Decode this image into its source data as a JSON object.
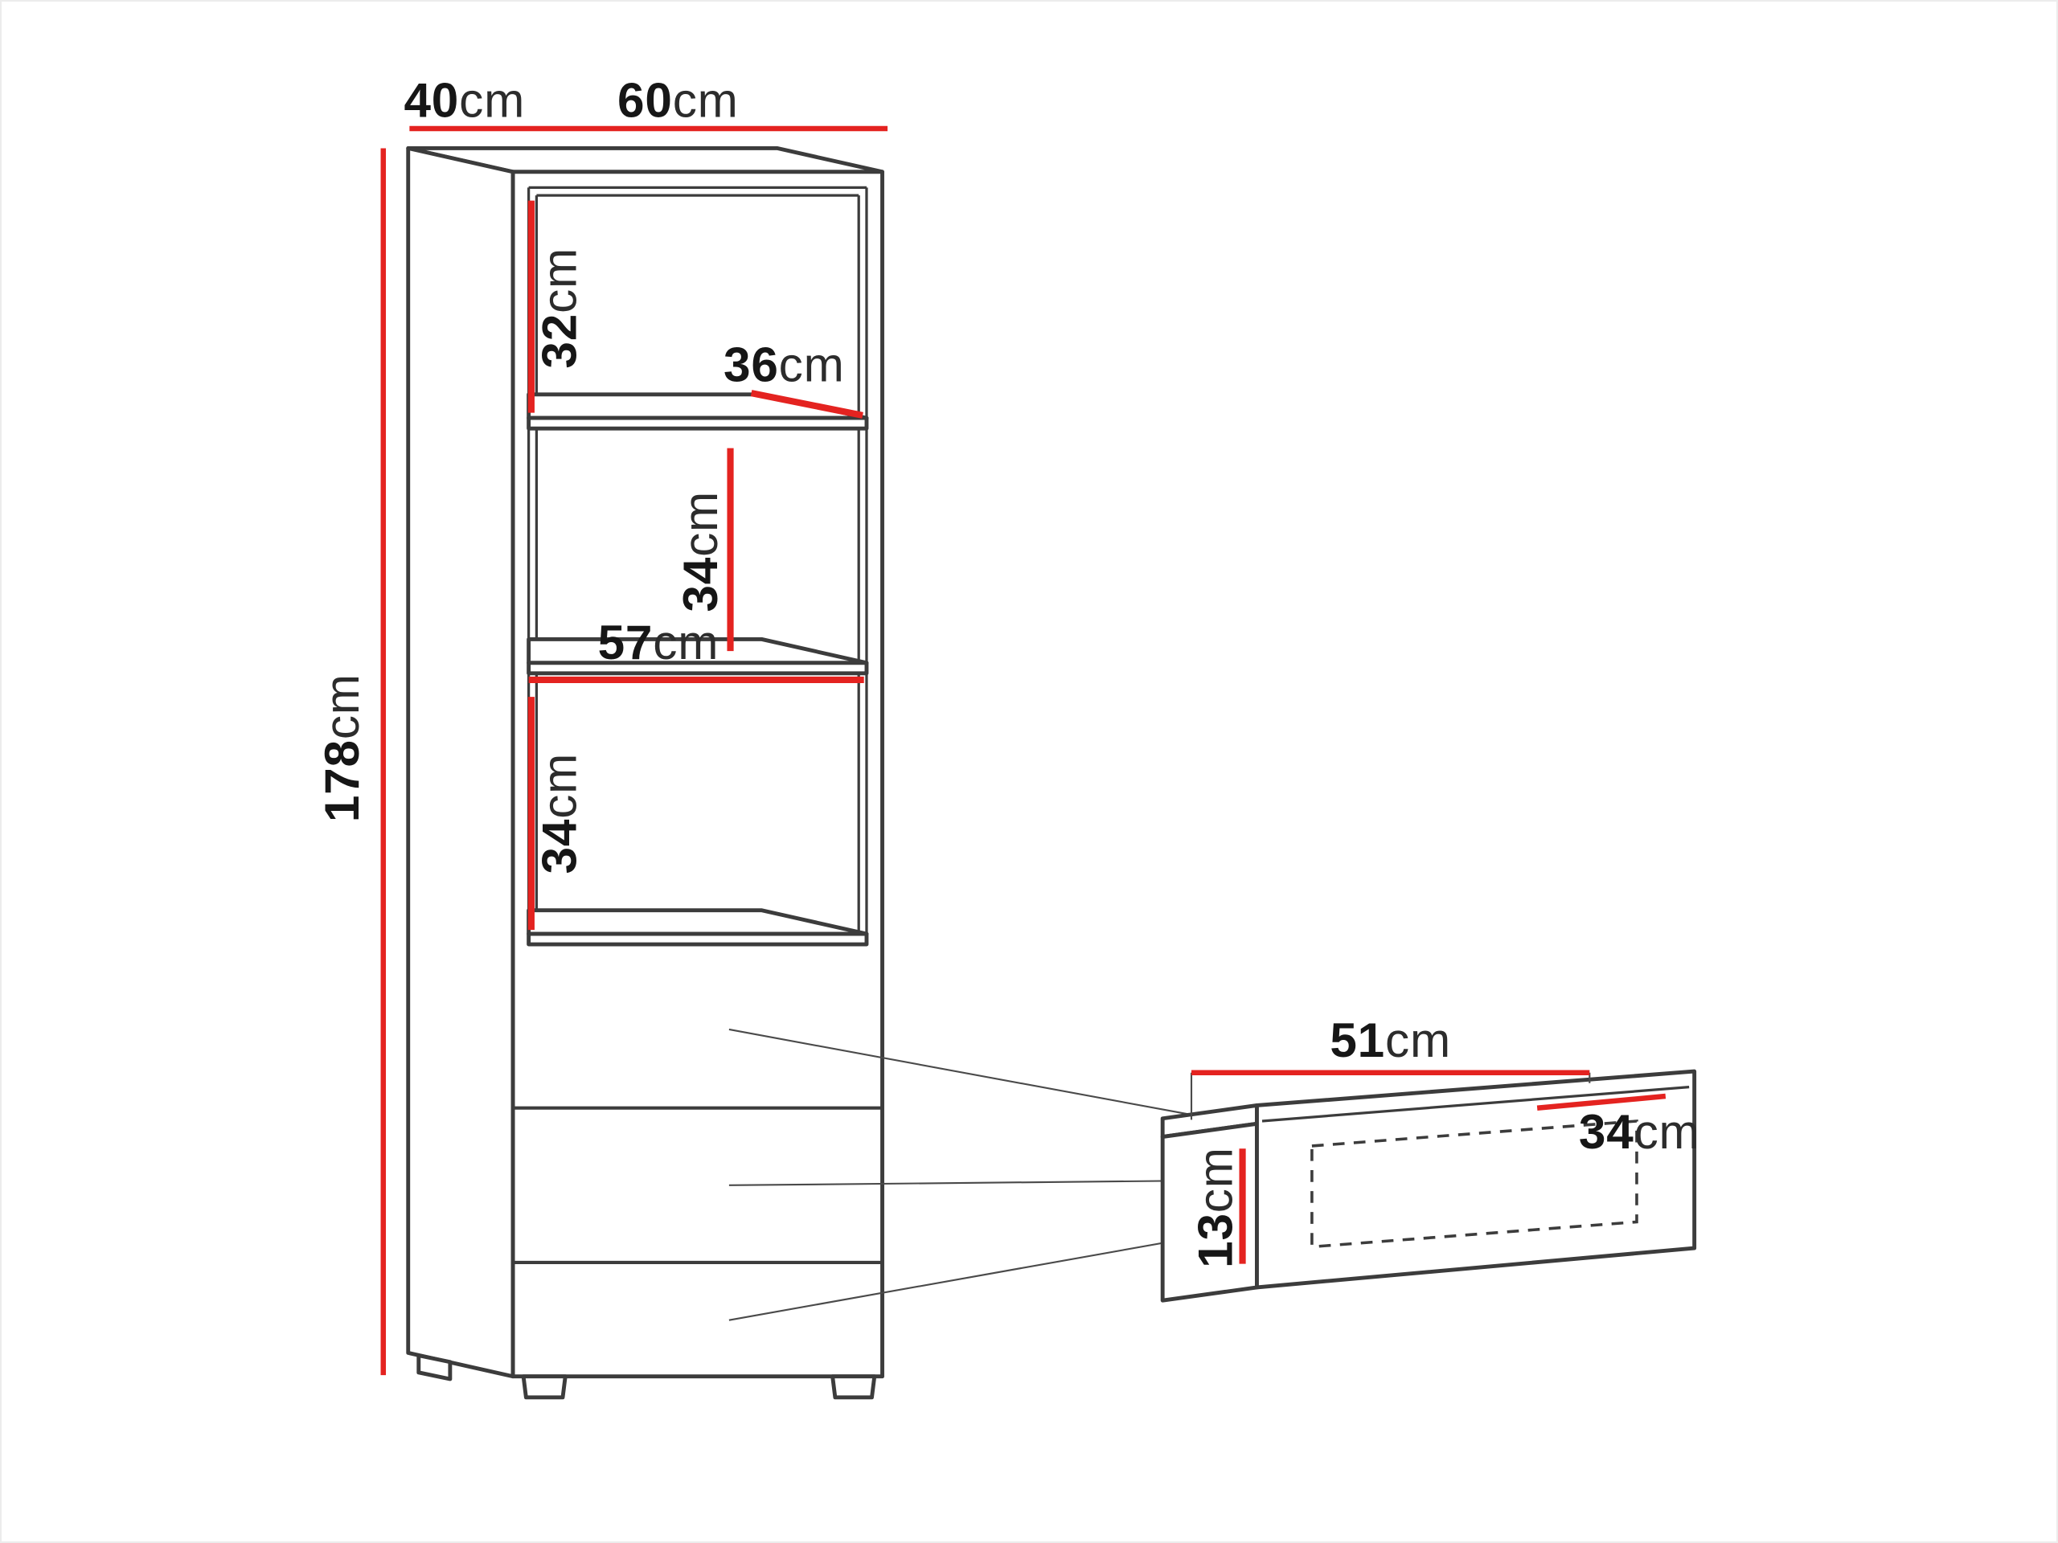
{
  "diagram": {
    "type": "furniture-dimension-diagram",
    "colors": {
      "dimension_line": "#e42320",
      "outline": "#3c3c3c",
      "background": "#ffffff"
    },
    "cabinet": {
      "depth": {
        "value": "40",
        "unit": "cm"
      },
      "width": {
        "value": "60",
        "unit": "cm"
      },
      "height": {
        "value": "178",
        "unit": "cm"
      },
      "top_gap": {
        "value": "32",
        "unit": "cm"
      },
      "shelf_depth": {
        "value": "36",
        "unit": "cm"
      },
      "middle_gap": {
        "value": "34",
        "unit": "cm"
      },
      "shelf_width": {
        "value": "57",
        "unit": "cm"
      },
      "lower_gap": {
        "value": "34",
        "unit": "cm"
      }
    },
    "drawer": {
      "width": {
        "value": "51",
        "unit": "cm"
      },
      "depth": {
        "value": "34",
        "unit": "cm"
      },
      "height": {
        "value": "13",
        "unit": "cm"
      }
    }
  }
}
